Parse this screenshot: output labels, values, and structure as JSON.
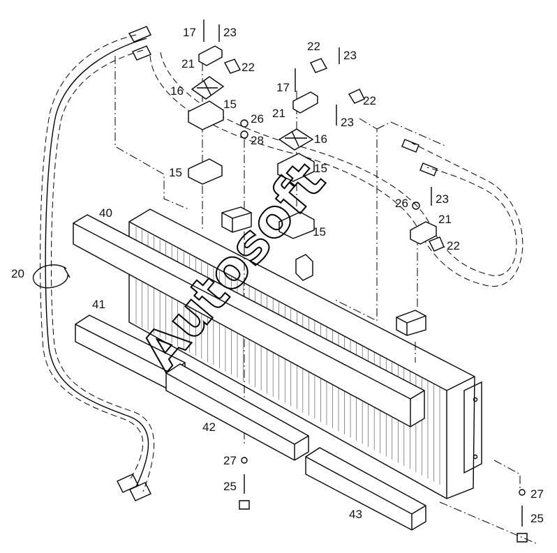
{
  "diagram": {
    "labels": {
      "p15": "15",
      "p16": "16",
      "p17": "17",
      "p20": "20",
      "p21": "21",
      "p22": "22",
      "p23": "23",
      "p25": "25",
      "p26": "26",
      "p27": "27",
      "p28": "28",
      "p40": "40",
      "p41": "41",
      "p42": "42",
      "p43": "43"
    },
    "watermark": "Autosoft"
  }
}
